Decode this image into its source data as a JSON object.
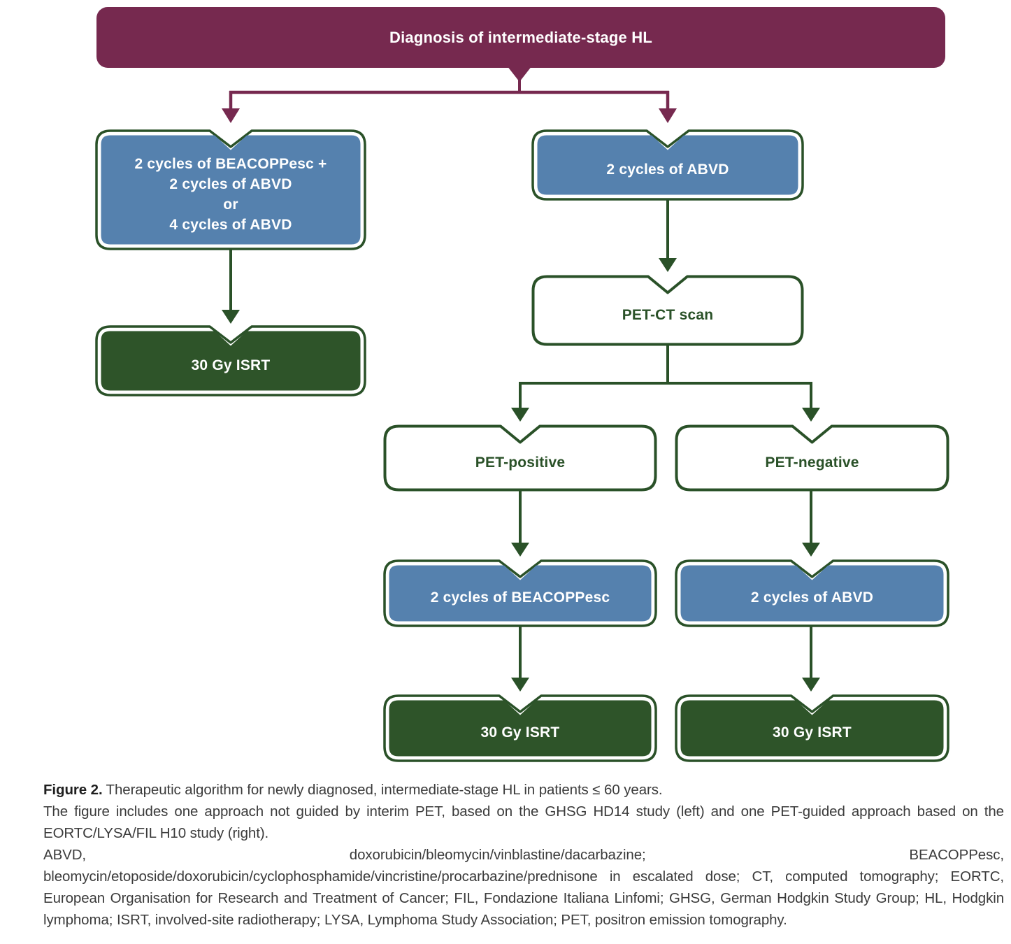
{
  "colors": {
    "maroon": "#76294F",
    "blue": "#5581AE",
    "green": "#2A5128",
    "green_fill": "#2E5429"
  },
  "flowchart": {
    "diagnosis": "Diagnosis of intermediate-stage HL",
    "ghsg_arm": {
      "chemo_lines": [
        "2 cycles of BEACOPPesc +",
        "2 cycles of ABVD",
        "or",
        "4 cycles of ABVD"
      ],
      "radiotherapy": "30 Gy ISRT"
    },
    "pet_guided_arm": {
      "chemo": "2 cycles of ABVD",
      "scan": "PET-CT scan",
      "pet_positive": "PET-positive",
      "pet_negative": "PET-negative",
      "pet_positive_chemo": "2 cycles of BEACOPPesc",
      "pet_negative_chemo": "2 cycles of ABVD",
      "pet_positive_radiotherapy": "30 Gy ISRT",
      "pet_negative_radiotherapy": "30 Gy ISRT"
    }
  },
  "caption": {
    "label": "Figure 2.",
    "title": "Therapeutic algorithm for newly diagnosed, intermediate-stage HL in patients ≤ 60 years.",
    "description": "The figure includes one approach not guided by interim PET, based on the GHSG HD14 study (left) and one PET-guided approach based on the EORTC/LYSA/FIL H10 study (right).",
    "abbreviations": "ABVD, doxorubicin/bleomycin/vinblastine/dacarbazine; BEACOPPesc, bleomycin/etoposide/doxorubicin/cyclophosphamide/vincristine/procarbazine/prednisone in escalated dose; CT, computed tomography; EORTC, European Organisation for Research and Treatment of Cancer; FIL, Fondazione Italiana Linfomi; GHSG, German Hodgkin Study Group; HL, Hodgkin lymphoma; ISRT, involved-site radiotherapy; LYSA, Lymphoma Study Association; PET, positron emission tomography."
  }
}
